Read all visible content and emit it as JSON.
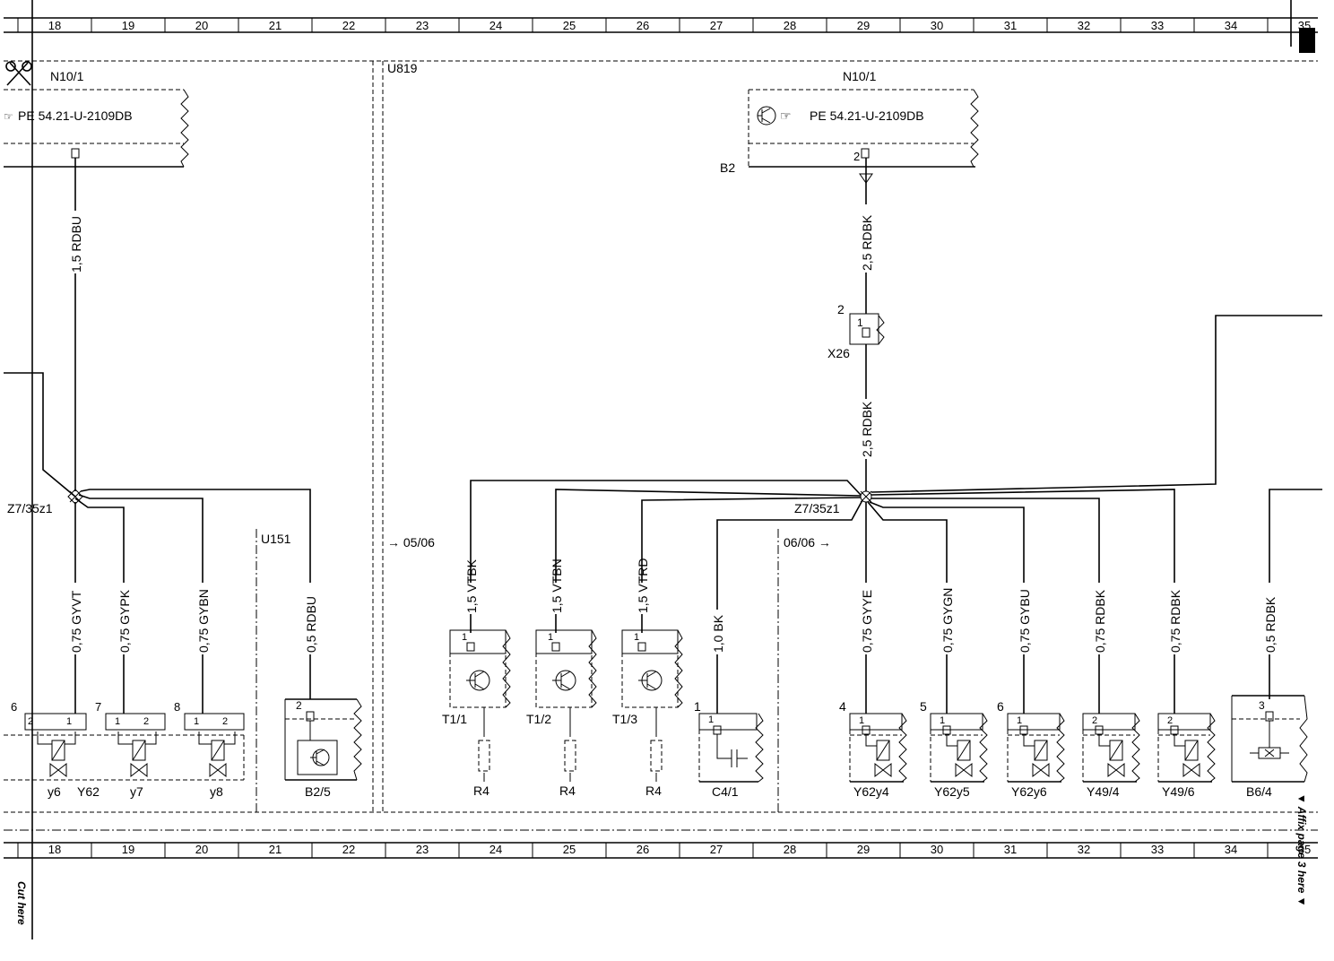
{
  "ruler_numbers": [
    "18",
    "19",
    "20",
    "21",
    "22",
    "23",
    "24",
    "25",
    "26",
    "27",
    "28",
    "29",
    "30",
    "31",
    "32",
    "33",
    "34",
    "35"
  ],
  "frame": {
    "cut_here": "Cut here",
    "affix_note": "▼ Affix page 3 here ▼"
  },
  "zones": {
    "left_zone": "U151",
    "mid_zone": "U819"
  },
  "refs": {
    "left": "→ 05/06",
    "right": "06/06 →"
  },
  "control_units": [
    {
      "label": "N10/1",
      "pin_ref": "PE 54.21-U-2109DB"
    },
    {
      "label": "N10/1",
      "pin_ref": "PE 54.21-U-2109DB",
      "pin": "2",
      "sub": "B2"
    }
  ],
  "connector_x26": {
    "label": "X26",
    "pin": "2",
    "inner_pin": "1"
  },
  "splices": {
    "left": "Z7/35z1",
    "right": "Z7/35z1"
  },
  "wires": {
    "left_feed": "1,5 RDBU",
    "right_feed_upper": "2,5 RDBK",
    "right_feed_lower": "2,5 RDBK",
    "y6": "0,75 GYVT",
    "y7": "0,75 GYPK",
    "y8": "0,75 GYBN",
    "b25": "0,5 RDBU",
    "t11": "1,5 VTBK",
    "t12": "1,5 VTBN",
    "t13": "1,5 VTRD",
    "c41": "1,0 BK",
    "y62y4": "0,75 GYYE",
    "y62y5": "0,75 GYGN",
    "y62y6": "0,75 GYBU",
    "y494": "0,75 RDBK",
    "y496": "0,75 RDBK",
    "b64": "0,5 RDBK"
  },
  "components": {
    "valve_group": {
      "labels": [
        "y6",
        "Y62",
        "y7",
        "y8"
      ],
      "pin_nums": [
        "6",
        "7",
        "8"
      ],
      "pins": [
        "2",
        "1",
        "1",
        "2",
        "1",
        "2"
      ]
    },
    "b25": {
      "label": "B2/5",
      "pin": "2"
    },
    "sensors": [
      {
        "label": "T1/1",
        "pin": "1",
        "res": "R4"
      },
      {
        "label": "T1/2",
        "pin": "1",
        "res": "R4"
      },
      {
        "label": "T1/3",
        "pin": "1",
        "res": "R4"
      }
    ],
    "c41": {
      "label": "C4/1",
      "pin": "1",
      "top": "1"
    },
    "valves_right": [
      {
        "label": "Y62y4",
        "num": "4",
        "pin": "1"
      },
      {
        "label": "Y62y5",
        "num": "5",
        "pin": "1"
      },
      {
        "label": "Y62y6",
        "num": "6",
        "pin": "1"
      },
      {
        "label": "Y49/4",
        "num": "",
        "pin": "2"
      },
      {
        "label": "Y49/6",
        "num": "",
        "pin": "2"
      }
    ],
    "b64": {
      "label": "B6/4",
      "pin": "3"
    }
  }
}
